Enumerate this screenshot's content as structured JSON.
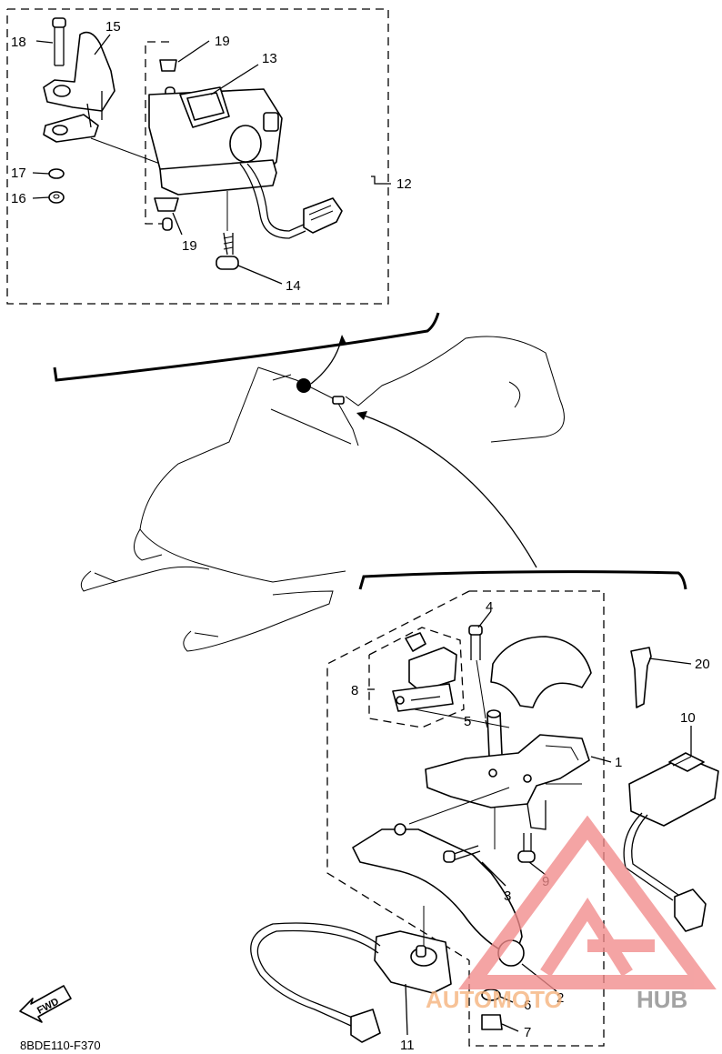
{
  "diagram_code": "8BDE110-F370",
  "fwd_label": "FWD",
  "watermark": {
    "part1": "AUTOMOTO",
    "part2": "HUB",
    "color_accent": "#f28b8b",
    "color_text": "#f5b27a",
    "color_gray": "#8a8a8a"
  },
  "callouts": {
    "c1": "1",
    "c2": "2",
    "c3": "3",
    "c4": "4",
    "c5": "5",
    "c6": "6",
    "c7": "7",
    "c8": "8",
    "c9": "9",
    "c10": "10",
    "c11": "11",
    "c12": "12",
    "c13": "13",
    "c14": "14",
    "c15": "15",
    "c16": "16",
    "c17": "17",
    "c18": "18",
    "c19a": "19",
    "c19b": "19",
    "c20": "20"
  }
}
